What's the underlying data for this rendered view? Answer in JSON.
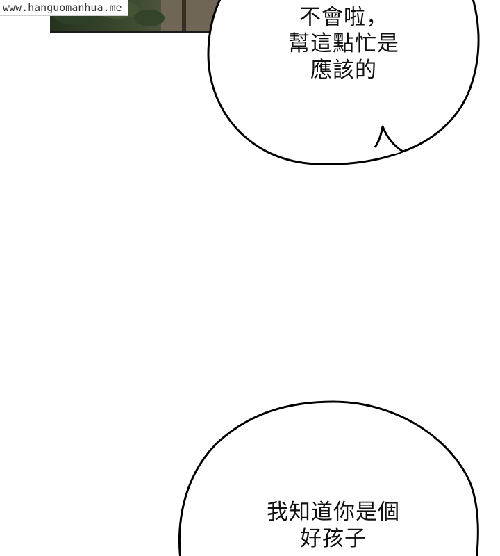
{
  "watermark": {
    "text": "www.hanguomanhua.me"
  },
  "panel_top": {
    "scene_colors": {
      "foliage_dark": "#2c3a26",
      "foliage_mid": "#4a5a3a",
      "shadow": "#1b1b1b",
      "wall": "#7a6f5f"
    }
  },
  "bubbles": {
    "top": {
      "lines": [
        "不會啦，",
        "幫這點忙是",
        "應該的"
      ]
    },
    "bottom": {
      "lines": [
        "我知道你是個",
        "好孩子"
      ]
    }
  }
}
